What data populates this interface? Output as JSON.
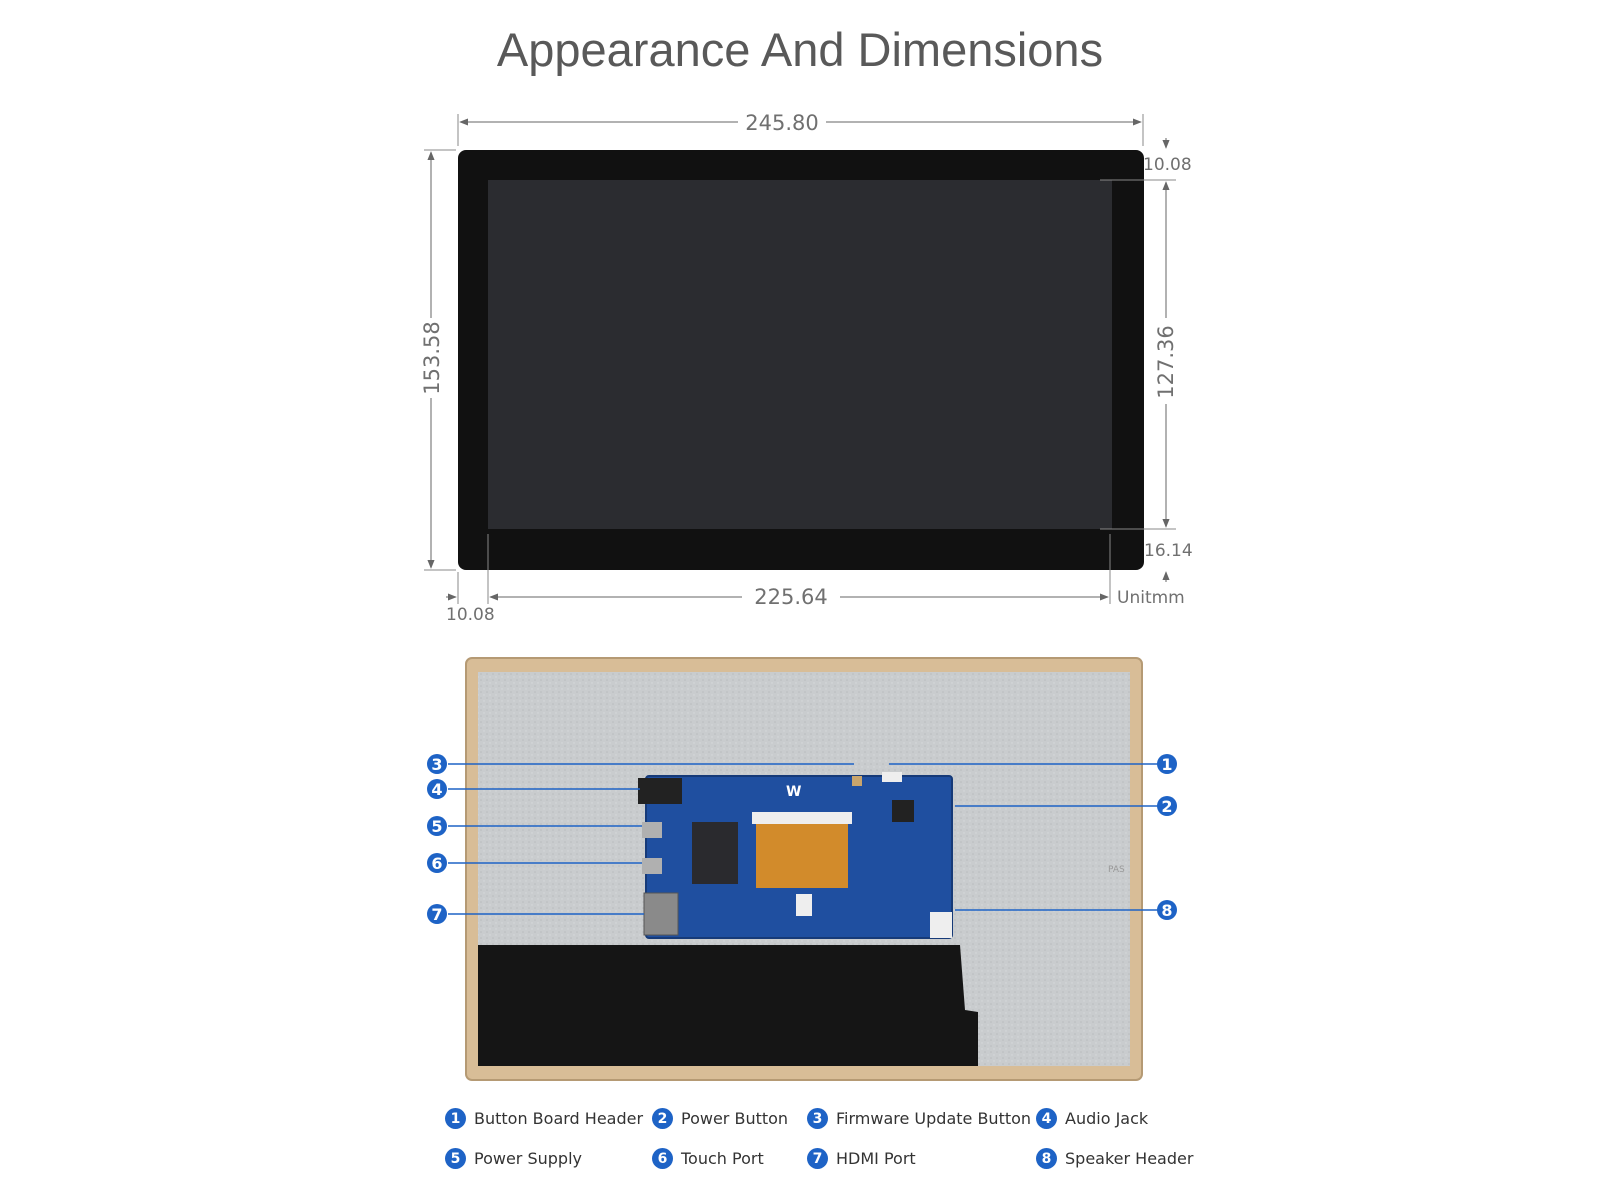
{
  "title": "Appearance And Dimensions",
  "dimensions": {
    "overall_width": "245.80",
    "overall_height": "153.58",
    "screen_width": "225.64",
    "screen_height": "127.36",
    "top_border": "10.08",
    "left_border": "10.08",
    "bottom_border": "16.14",
    "unit": "Unitmm"
  },
  "callouts": [
    "1",
    "2",
    "3",
    "4",
    "5",
    "6",
    "7",
    "8"
  ],
  "legend": [
    {
      "num": "1",
      "label": "Button Board Header"
    },
    {
      "num": "2",
      "label": "Power Button"
    },
    {
      "num": "3",
      "label": "Firmware Update Button"
    },
    {
      "num": "4",
      "label": "Audio Jack"
    },
    {
      "num": "5",
      "label": "Power Supply"
    },
    {
      "num": "6",
      "label": "Touch Port"
    },
    {
      "num": "7",
      "label": "HDMI Port"
    },
    {
      "num": "8",
      "label": "Speaker Header"
    }
  ],
  "colors": {
    "accent": "#1e63c6",
    "bezel": "#111111",
    "screen": "#2b2c30",
    "pcb": "#1f4fa0",
    "frame": "#d8bd97"
  }
}
